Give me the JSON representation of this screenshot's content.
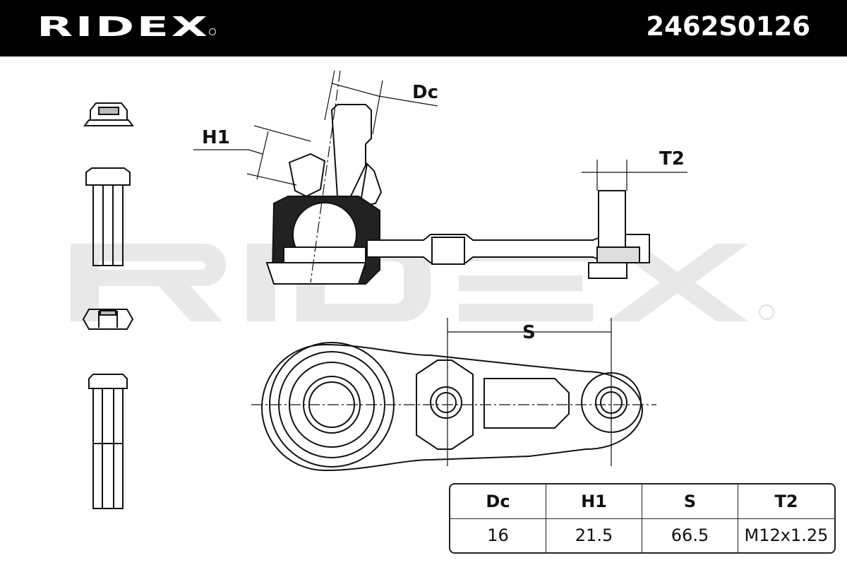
{
  "header": {
    "brand": "RIDEX",
    "part_number": "2462S0126"
  },
  "watermark": "RIDEX",
  "dimension_labels": {
    "dc": "Dc",
    "h1": "H1",
    "t2": "T2",
    "s": "S"
  },
  "spec_table": {
    "headers": [
      "Dc",
      "H1",
      "S",
      "T2"
    ],
    "values": [
      "16",
      "21.5",
      "66.5",
      "M12x1.25"
    ]
  },
  "colors": {
    "header_bg": "#000000",
    "watermark": "#e6e6e6",
    "line": "#111111"
  }
}
